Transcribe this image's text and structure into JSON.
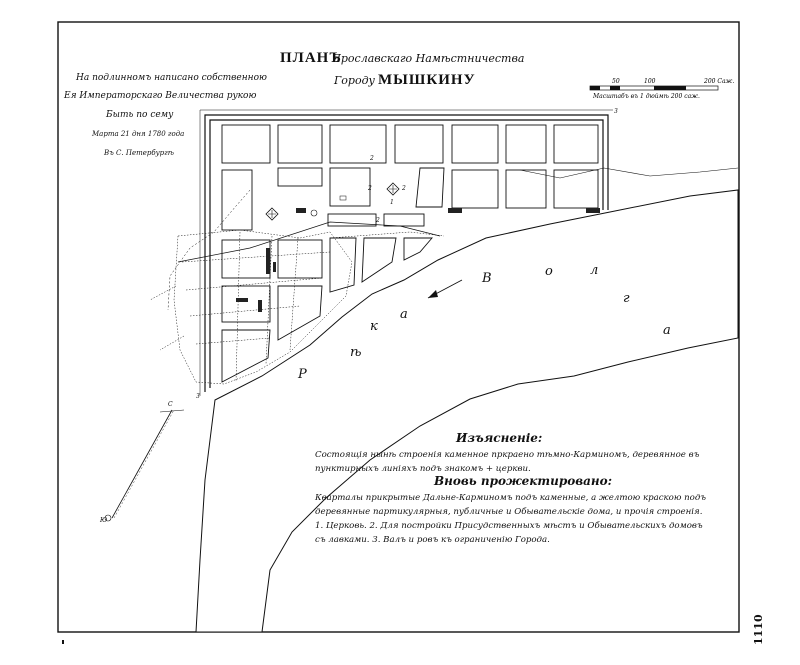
{
  "title": {
    "main": "ПЛАНЪ",
    "region": "Ярославскаго Намѣстничества",
    "town_prefix": "Городу",
    "town": "МЫШКИНУ"
  },
  "approval": {
    "line1": "На подлинномъ написано собственною",
    "line2": "Ея Императорскаго Величества рукою",
    "line3": "Быть по сему",
    "line4": "Марта 21 дня 1780 года",
    "line5": "Въ С. Петербургѣ"
  },
  "scale_bar": {
    "ticks": [
      "50",
      "100",
      "200 Саж."
    ],
    "caption": "Масштабъ въ 1 дюймѣ 200 саж."
  },
  "river": {
    "letters_upper": [
      "В",
      "о",
      "л",
      "г",
      "а"
    ],
    "letters_lower": [
      "Р",
      "ѣ",
      "к",
      "а"
    ]
  },
  "compass": {
    "south": "Ю",
    "north": "С"
  },
  "legend": {
    "heading": "Изъясненіе:",
    "line1": "Состоящія нынѣ строенія каменное пркраено тѣмно-Карминомъ, деревянное въ",
    "line2": "пунктирныхъ линіяхъ подъ знакомъ + церкви.",
    "heading2": "Вновь прожектировано:",
    "line3": "Кварталы прикрытые Дальне-Карминомъ подъ каменные, а желтою краскою подъ",
    "line4": "деревянные партикулярныя, публичные и Обывательскіе дома, и прочія строенія.",
    "line5": "1. Церковь. 2. Для постройки Присудственныхъ мѣстъ и Обывательскихъ домовъ",
    "line6": "съ лавками. 3. Валъ и ровъ къ ограниченію Города."
  },
  "labels": {
    "n1": "1",
    "n2a": "2",
    "n2b": "2",
    "n2c": "2",
    "n2d": "2",
    "n3a": "3",
    "n3b": "3"
  },
  "side_number": "1110"
}
